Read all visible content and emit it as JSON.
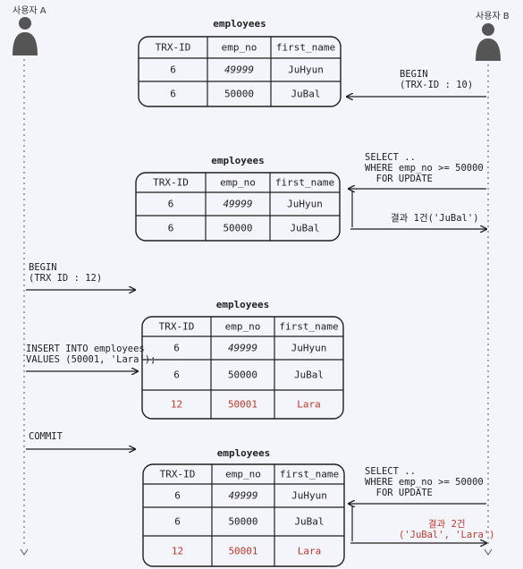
{
  "actors": {
    "a": "사용자 A",
    "b": "사용자 B"
  },
  "colors": {
    "line": "#1f1f1f",
    "highlight": "#c0392b",
    "actor": "#555555"
  },
  "tables": [
    {
      "title": "employees",
      "headers": [
        "TRX-ID",
        "emp_no",
        "first_name"
      ],
      "rows": [
        {
          "cells": [
            "6",
            "49999",
            "JuHyun"
          ],
          "highlight": false
        },
        {
          "cells": [
            "6",
            "50000",
            "JuBal"
          ],
          "highlight": false
        }
      ]
    },
    {
      "title": "employees",
      "headers": [
        "TRX-ID",
        "emp_no",
        "first_name"
      ],
      "rows": [
        {
          "cells": [
            "6",
            "49999",
            "JuHyun"
          ],
          "highlight": false
        },
        {
          "cells": [
            "6",
            "50000",
            "JuBal"
          ],
          "highlight": false
        }
      ]
    },
    {
      "title": "employees",
      "headers": [
        "TRX-ID",
        "emp_no",
        "first_name"
      ],
      "rows": [
        {
          "cells": [
            "6",
            "49999",
            "JuHyun"
          ],
          "highlight": false
        },
        {
          "cells": [
            "6",
            "50000",
            "JuBal"
          ],
          "highlight": false
        },
        {
          "cells": [
            "12",
            "50001",
            "Lara"
          ],
          "highlight": true
        }
      ]
    },
    {
      "title": "employees",
      "headers": [
        "TRX-ID",
        "emp_no",
        "first_name"
      ],
      "rows": [
        {
          "cells": [
            "6",
            "49999",
            "JuHyun"
          ],
          "highlight": false
        },
        {
          "cells": [
            "6",
            "50000",
            "JuBal"
          ],
          "highlight": false
        },
        {
          "cells": [
            "12",
            "50001",
            "Lara"
          ],
          "highlight": true
        }
      ]
    }
  ],
  "messages": {
    "b_begin": [
      "BEGIN",
      "(TRX-ID : 10)"
    ],
    "b_select_1": [
      "SELECT ..",
      "WHERE emp_no >= 50000",
      "  FOR UPDATE"
    ],
    "b_result_1": "결과 1건('JuBal')",
    "a_begin": [
      "BEGIN",
      "(TRX ID : 12)"
    ],
    "a_insert": [
      "INSERT INTO employees",
      "VALUES (50001, 'Lara');"
    ],
    "a_commit": "COMMIT",
    "b_select_2": [
      "SELECT ..",
      "WHERE emp_no >= 50000",
      "  FOR UPDATE"
    ],
    "b_result_2": [
      "결과 2건",
      "('JuBal', 'Lara')"
    ]
  }
}
